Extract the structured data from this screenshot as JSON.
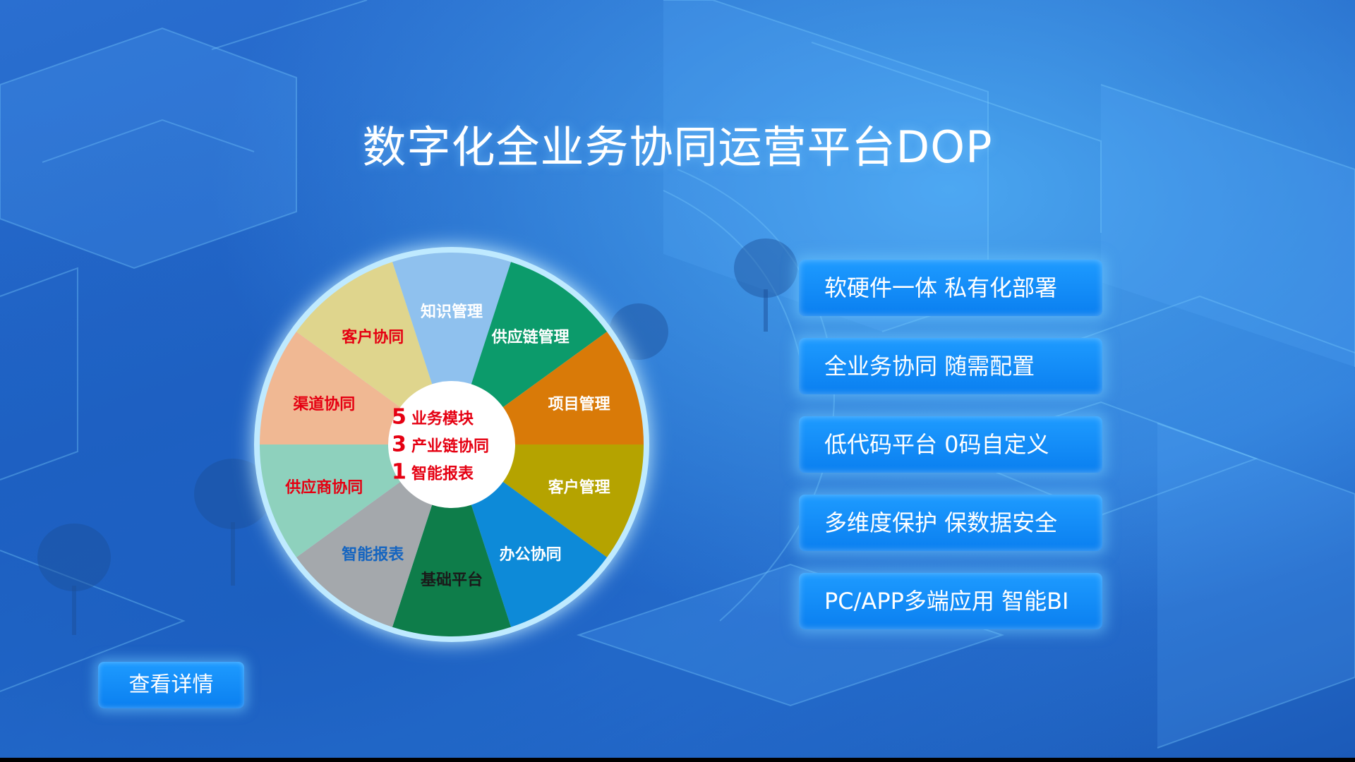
{
  "title": "数字化全业务协同运营平台DOP",
  "wheel": {
    "segments": [
      {
        "label": "知识管理",
        "color": "#8fc1ee",
        "text_color": "#ffffff"
      },
      {
        "label": "供应链管理",
        "color": "#0c9b6b",
        "text_color": "#ffffff"
      },
      {
        "label": "项目管理",
        "color": "#d97a08",
        "text_color": "#ffffff"
      },
      {
        "label": "客户管理",
        "color": "#b5a300",
        "text_color": "#ffffff"
      },
      {
        "label": "办公协同",
        "color": "#0d8ad8",
        "text_color": "#ffffff"
      },
      {
        "label": "基础平台",
        "color": "#0e7d4a",
        "text_color": "#1a1a1a"
      },
      {
        "label": "智能报表",
        "color": "#a4a8ac",
        "text_color": "#1565c0"
      },
      {
        "label": "供应商协同",
        "color": "#8ed1bd",
        "text_color": "#e50012"
      },
      {
        "label": "渠道协同",
        "color": "#f0b893",
        "text_color": "#e50012"
      },
      {
        "label": "客户协同",
        "color": "#dfd58d",
        "text_color": "#e50012"
      }
    ],
    "center": [
      {
        "num": "5",
        "label": "业务模块"
      },
      {
        "num": "3",
        "label": "产业链协同"
      },
      {
        "num": "1",
        "label": "智能报表"
      }
    ]
  },
  "features": [
    "软硬件一体  私有化部署",
    "全业务协同    随需配置",
    "低代码平台  0码自定义",
    "多维度保护  保数据安全",
    "PC/APP多端应用 智能BI"
  ],
  "detail_button": "查看详情"
}
